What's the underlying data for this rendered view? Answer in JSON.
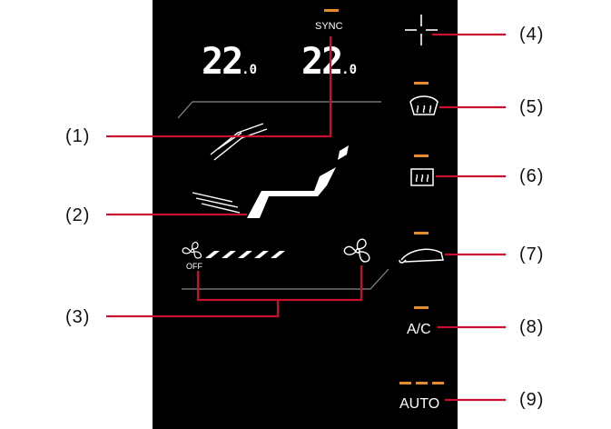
{
  "display": {
    "sync_label": "SYNC",
    "left_temp": "22",
    "left_temp_decimal": ".0",
    "right_temp": "22",
    "right_temp_decimal": ".0",
    "fan_off_label": "OFF",
    "ac_label": "A/C",
    "auto_label": "AUTO"
  },
  "callouts": [
    "(1)",
    "(2)",
    "(3)",
    "(4)",
    "(5)",
    "(6)",
    "(7)",
    "(8)",
    "(9)"
  ],
  "colors": {
    "panel": "#000000",
    "indicator": "#e58a2d",
    "leader": "#c8102e",
    "display": "#ffffff"
  },
  "icons": [
    "fan-icon",
    "seat-airflow-icon",
    "windshield-defrost-icon",
    "rear-defrost-icon",
    "recirculation-icon",
    "crosshair-icon"
  ]
}
